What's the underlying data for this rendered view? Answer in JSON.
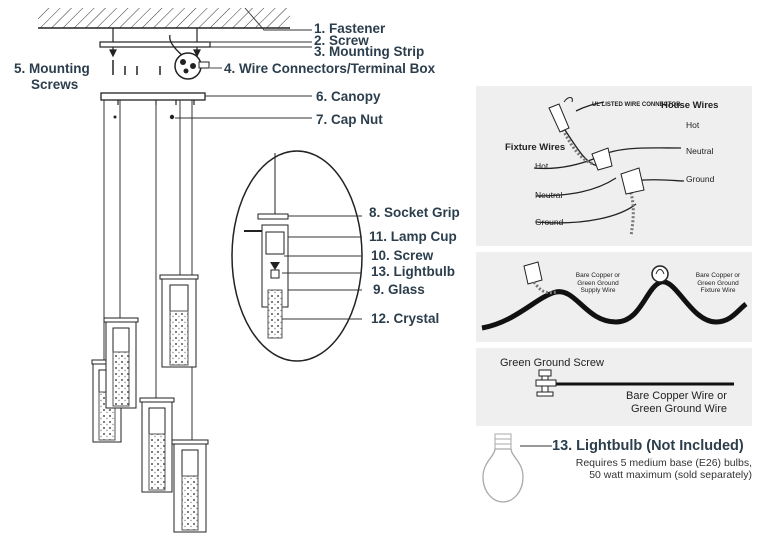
{
  "parts": {
    "p1": "1. Fastener",
    "p2": "2. Screw",
    "p3": "3. Mounting Strip",
    "p4": "4. Wire Connectors/Terminal Box",
    "p5a": "5. Mounting",
    "p5b": "Screws",
    "p6": "6. Canopy",
    "p7": "7. Cap Nut",
    "p8": "8. Socket Grip",
    "p11": "11. Lamp Cup",
    "p10": "10. Screw",
    "p13": "13. Lightbulb",
    "p9": "9. Glass",
    "p12": "12. Crystal"
  },
  "wiring": {
    "connector": "UL LISTED WIRE CONNECTOR",
    "house_wires": "House Wires",
    "fixture_wires": "Fixture Wires",
    "house_hot": "Hot",
    "house_neutral": "Neutral",
    "house_ground": "Ground",
    "fix_hot": "Hot",
    "fix_neutral": "Neutral",
    "fix_ground": "Ground"
  },
  "ground": {
    "left_label": "Bare Copper or Green Ground Supply Wire",
    "right_label": "Bare Copper or Green Ground Fixture Wire"
  },
  "screw_panel": {
    "title": "Green Ground Screw",
    "wire_line1": "Bare Copper Wire or",
    "wire_line2": "Green Ground Wire"
  },
  "bulb": {
    "title": "13. Lightbulb (Not Included)",
    "note1": "Requires 5 medium base (E26) bulbs,",
    "note2": "50 watt maximum (sold separately)"
  },
  "colors": {
    "label": "#2c3e4c",
    "panel": "#efefef",
    "line": "#222222"
  }
}
